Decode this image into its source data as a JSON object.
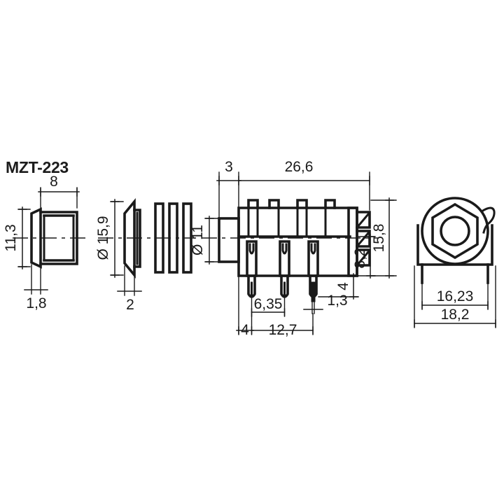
{
  "drawing": {
    "title": "MZT-223",
    "type": "technical-dimension-drawing",
    "subject": "6.35 mm stereo jack socket, panel mount",
    "units": "mm",
    "decimal_separator": "comma",
    "background_color": "#ffffff",
    "line_color": "#1a1a1a",
    "text_color": "#1a1a1a"
  },
  "views": {
    "nut": {
      "name": "hex-nut-side-view",
      "dimensions": {
        "width": "8",
        "height": "11,3",
        "flange_thickness": "1,8"
      }
    },
    "washer": {
      "name": "conical-washer-and-contacts-view",
      "dimensions": {
        "diameter": "Ø 15,9",
        "thickness": "2"
      }
    },
    "body": {
      "name": "main-body-side-view",
      "dimensions": {
        "bushing_length": "3",
        "body_length": "26,6",
        "bushing_diameter": "Ø 11",
        "total_height": "15,8",
        "contact_height": "8,2",
        "pin_offset": "4",
        "pin_pitch": "6,35",
        "pin_thickness": "1,3",
        "first_pin_offset": "4",
        "pin_span": "12,7"
      }
    },
    "front": {
      "name": "front-view",
      "dimensions": {
        "inner_width": "16,23",
        "outer_width": "18,2"
      }
    }
  },
  "dimension_labels": {
    "d_8": "8",
    "d_11_3": "11,3",
    "d_1_8": "1,8",
    "d_15_9": "Ø 15,9",
    "d_2": "2",
    "d_3": "3",
    "d_26_6": "26,6",
    "d_11": "Ø 11",
    "d_15_8": "15,8",
    "d_8_2": "8,2",
    "d_4_right": "4",
    "d_6_35": "6,35",
    "d_1_3": "1,3",
    "d_4_bottom": "4",
    "d_12_7": "12,7",
    "d_16_23": "16,23",
    "d_18_2": "18,2"
  }
}
